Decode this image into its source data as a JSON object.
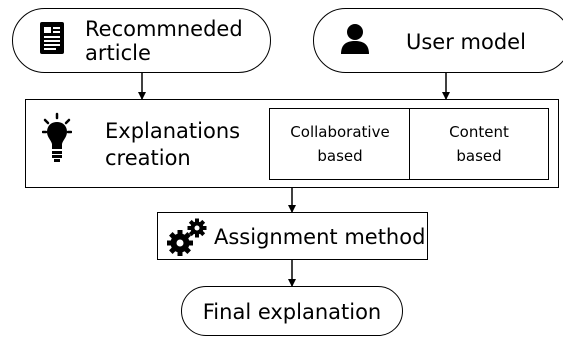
{
  "nodes": {
    "recommended_article": {
      "line1": "Recommneded",
      "line2": "article",
      "icon": "newspaper-icon"
    },
    "user_model": {
      "label": "User model",
      "icon": "user-icon"
    },
    "explanations_creation": {
      "line1": "Explanations",
      "line2": "creation",
      "icon": "lightbulb-icon",
      "methods": [
        {
          "line1": "Collaborative",
          "line2": "based"
        },
        {
          "line1": "Content",
          "line2": "based"
        }
      ]
    },
    "assignment_method": {
      "label": "Assignment method",
      "icon": "gears-icon"
    },
    "final_explanation": {
      "label": "Final explanation"
    }
  },
  "edges": [
    {
      "from": "recommended_article",
      "to": "explanations_creation"
    },
    {
      "from": "user_model",
      "to": "explanations_creation"
    },
    {
      "from": "explanations_creation",
      "to": "assignment_method"
    },
    {
      "from": "assignment_method",
      "to": "final_explanation"
    }
  ]
}
